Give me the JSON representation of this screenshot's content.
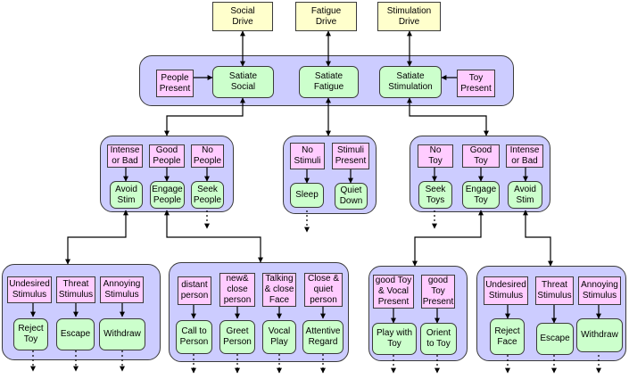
{
  "colors": {
    "drive": "#ffffcc",
    "group": "#ccccff",
    "condition": "#ffccff",
    "behavior": "#ccffcc",
    "line": "#000000"
  },
  "drives": {
    "social": "Social\nDrive",
    "fatigue": "Fatigue\nDrive",
    "stimulation": "Stimulation\nDrive"
  },
  "satiation": {
    "people_present": "People\nPresent",
    "satiate_social": "Satiate\nSocial",
    "satiate_fatigue": "Satiate\nFatigue",
    "satiate_stimulation": "Satiate\nStimulation",
    "toy_present": "Toy\nPresent"
  },
  "social_group": {
    "intense_or_bad": "Intense\nor Bad",
    "good_people": "Good\nPeople",
    "no_people": "No\nPeople",
    "avoid_stim": "Avoid\nStim",
    "engage_people": "Engage\nPeople",
    "seek_people": "Seek\nPeople"
  },
  "fatigue_group": {
    "no_stimuli": "No\nStimuli",
    "stimuli_present": "Stimuli\nPresent",
    "sleep": "Sleep",
    "quiet_down": "Quiet\nDown"
  },
  "stim_group": {
    "no_toy": "No\nToy",
    "good_toy": "Good\nToy",
    "intense_or_bad": "Intense\nor Bad",
    "seek_toys": "Seek\nToys",
    "engage_toy": "Engage\nToy",
    "avoid_stim": "Avoid\nStim"
  },
  "avoid_people_group": {
    "undesired_stimulus": "Undesired\nStimulus",
    "threat_stimulus": "Threat\nStimulus",
    "annoying_stimulus": "Annoying\nStimulus",
    "reject_toy": "Reject\nToy",
    "escape": "Escape",
    "withdraw": "Withdraw"
  },
  "engage_people_group": {
    "distant_person": "distant\nperson",
    "new_close_person": "new&\nclose\nperson",
    "talking_close_face": "Talking\n& close\nFace",
    "close_quiet_person": "Close &\nquiet\nperson",
    "call_to_person": "Call to\nPerson",
    "greet_person": "Greet\nPerson",
    "vocal_play": "Vocal\nPlay",
    "attentive_regard": "Attentive\nRegard"
  },
  "engage_toy_group": {
    "good_toy_vocal_present": "good Toy\n& Vocal\nPresent",
    "good_toy_present": "good\nToy\nPresent",
    "play_with_toy": "Play with\nToy",
    "orient_to_toy": "Orient\nto Toy"
  },
  "avoid_toy_group": {
    "undesired_stimulus": "Undesired\nStimulus",
    "threat_stimulus": "Threat\nStimulus",
    "annoying_stimulus": "Annoying\nStimulus",
    "reject_face": "Reject\nFace",
    "escape": "Escape",
    "withdraw": "Withdraw"
  }
}
